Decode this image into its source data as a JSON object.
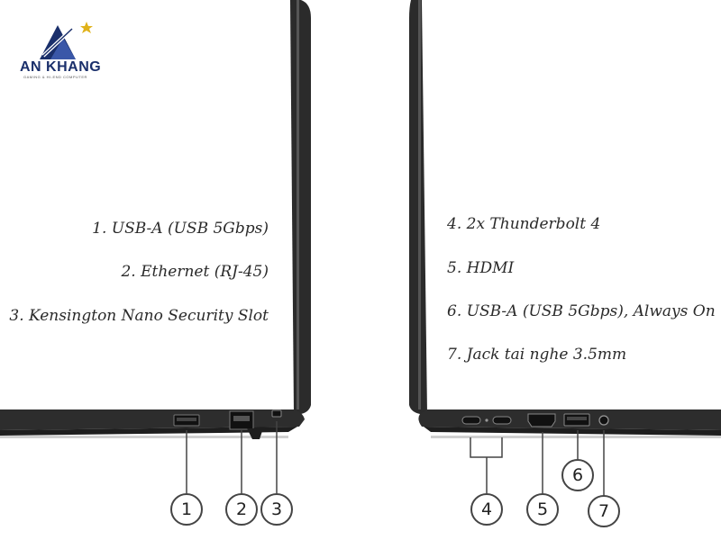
{
  "logo": {
    "brand": "AN KHANG",
    "tagline": "GAMING & HI-END COMPUTER"
  },
  "left_labels": [
    "1. USB-A (USB 5Gbps)",
    "2. Ethernet (RJ-45)",
    "3. Kensington Nano Security Slot"
  ],
  "right_labels": [
    "4. 2x Thunderbolt 4",
    "5. HDMI",
    "6. USB-A (USB 5Gbps), Always On",
    "7. Jack tai nghe 3.5mm"
  ],
  "callouts": [
    "1",
    "2",
    "3",
    "4",
    "5",
    "6",
    "7"
  ],
  "colors": {
    "chassis": "#2b2b2b",
    "logo_blue": "#1a2f6b",
    "logo_gold": "#e0b21a"
  }
}
